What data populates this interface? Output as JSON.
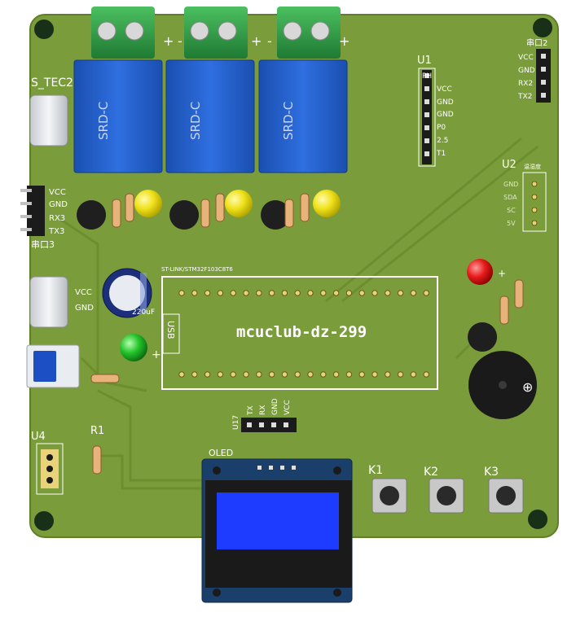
{
  "board": {
    "title": "mcuclub-dz-299",
    "colors": {
      "pcb": "#7a9c3a",
      "pcb_dark": "#5f7f28",
      "silk": "#ffffff",
      "copper": "#e8d27a",
      "relay": "#1f5fc8",
      "terminal": "#2f9e46",
      "oled_screen": "#1e3cff",
      "header_black": "#1b1b1b"
    }
  },
  "relays": [
    {
      "label": "SRD-C"
    },
    {
      "label": "SRD-C"
    },
    {
      "label": "SRD-C"
    }
  ],
  "terminals": [
    {
      "plus": "+",
      "minus": "-"
    },
    {
      "plus": "+",
      "minus": "-"
    },
    {
      "plus": "+",
      "minus": "-"
    }
  ],
  "u1": {
    "ref": "U1",
    "pins": [
      "PH",
      "VCC",
      "GND",
      "GND",
      "P0",
      "2.5",
      "T1"
    ]
  },
  "usart2": {
    "ref": "串口2",
    "pins": [
      "VCC",
      "GND",
      "RX2",
      "TX2"
    ]
  },
  "u2": {
    "ref": "U2",
    "sub": "温湿度",
    "pins": [
      "GND",
      "SDA",
      "SC",
      "5V"
    ]
  },
  "usart3": {
    "ref": "串口3",
    "pins": [
      "VCC",
      "GND",
      "RX3",
      "TX3"
    ]
  },
  "usb_c_top": {
    "ref": "S_TEC2"
  },
  "usb_c_mid": {
    "pins": [
      "VCC",
      "GND"
    ]
  },
  "capacitor": {
    "value": "220uF"
  },
  "mcu": {
    "usb_label": "USB",
    "top_text": "ST-LINK/STM32F103C8T6"
  },
  "u4": {
    "ref": "U4"
  },
  "r1": {
    "ref": "R1"
  },
  "oled": {
    "label": "OLED"
  },
  "u17": {
    "ref": "U17",
    "pins": [
      "TX",
      "RX",
      "GND",
      "VCC"
    ]
  },
  "keys": [
    {
      "label": "K1"
    },
    {
      "label": "K2"
    },
    {
      "label": "K3"
    }
  ],
  "leds": [
    {
      "color": "#f2e21c"
    },
    {
      "color": "#f2e21c"
    },
    {
      "color": "#f2e21c"
    },
    {
      "color": "#e81c1c"
    },
    {
      "color": "#24c42a"
    }
  ],
  "power_plus": "+",
  "red_led_plus": "+"
}
